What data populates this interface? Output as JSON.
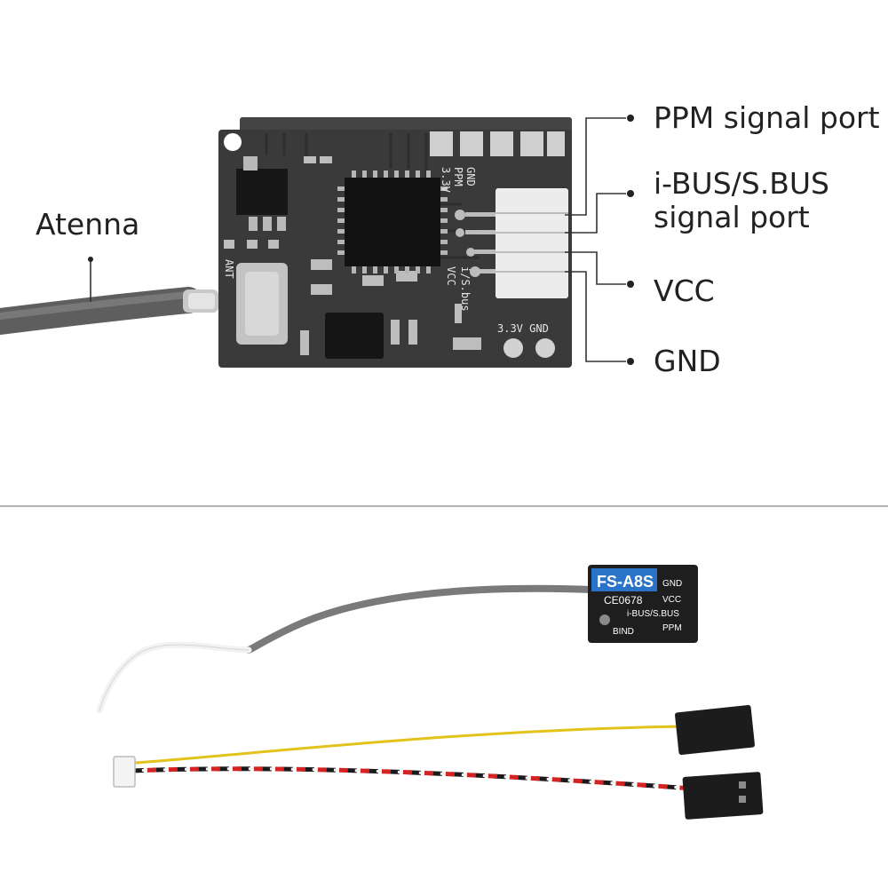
{
  "callouts": {
    "antenna": "Atenna",
    "ppm": "PPM signal port",
    "ibus_line1": "i-BUS/S.BUS",
    "ibus_line2": "signal port",
    "vcc": "VCC",
    "gnd": "GND"
  },
  "pcb_silkscreen": {
    "gnd": "GND",
    "ppm": "PPM",
    "v33": "3.3V",
    "vcc": "VCC",
    "ibus": "i/S.bus",
    "bottom": "3.3V GND",
    "ant": "ANT"
  },
  "receiver_case": {
    "model": "FS-A8S",
    "cert": "CE0678",
    "pin_gnd": "GND",
    "pin_vcc": "VCC",
    "pin_ibus": "i-BUS/S.BUS",
    "pin_ppm": "PPM",
    "bind": "BIND"
  },
  "colors": {
    "pcb": "#3a3a3a",
    "case": "#1e1e1e",
    "case_label": "#2a73c9",
    "cable": "#6a6a6a"
  }
}
